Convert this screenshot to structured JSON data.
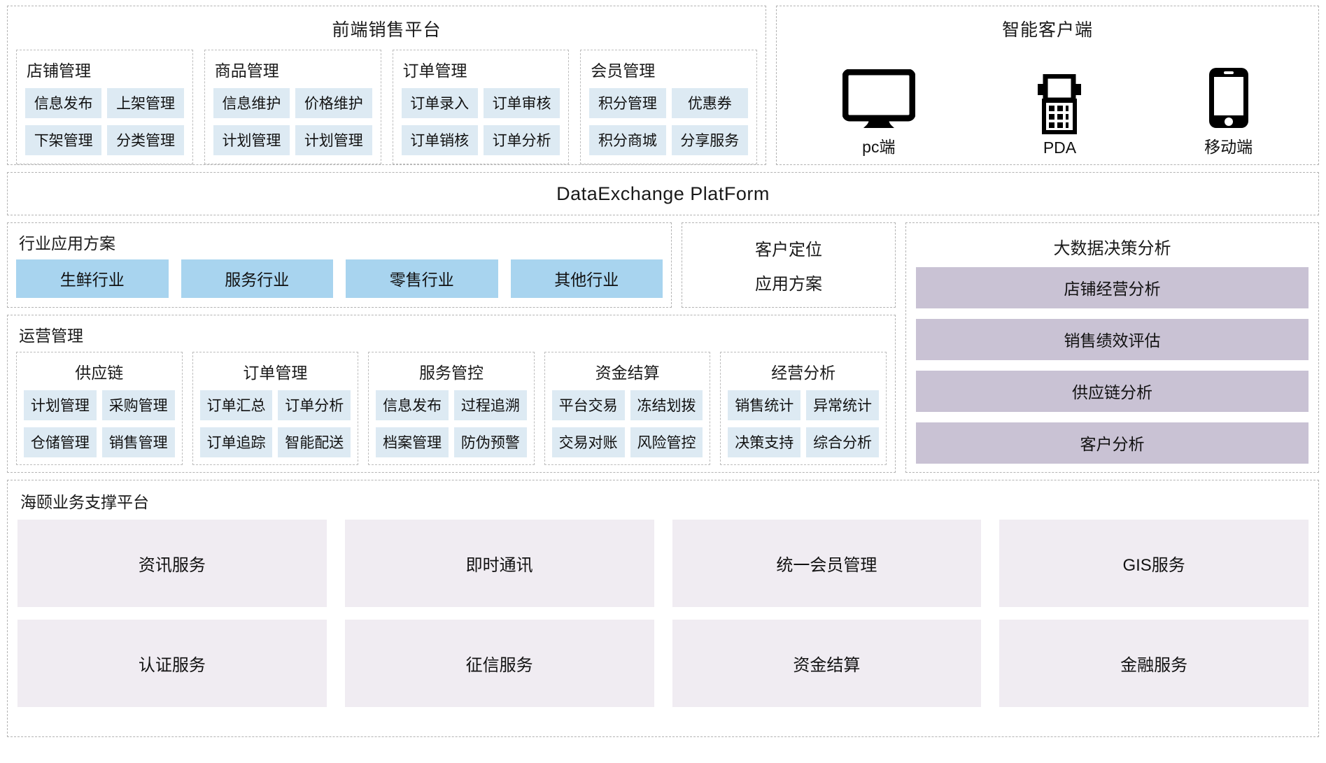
{
  "front_platform": {
    "title": "前端销售平台",
    "groups": [
      {
        "label": "店铺管理",
        "items": [
          "信息发布",
          "上架管理",
          "下架管理",
          "分类管理"
        ]
      },
      {
        "label": "商品管理",
        "items": [
          "信息维护",
          "价格维护",
          "计划管理",
          "计划管理"
        ]
      },
      {
        "label": "订单管理",
        "items": [
          "订单录入",
          "订单审核",
          "订单销核",
          "订单分析"
        ]
      },
      {
        "label": "会员管理",
        "items": [
          "积分管理",
          "优惠券",
          "积分商城",
          "分享服务"
        ]
      }
    ]
  },
  "smart_client": {
    "title": "智能客户端",
    "devices": [
      {
        "icon": "monitor-icon",
        "label": "pc端"
      },
      {
        "icon": "pda-terminal-icon",
        "label": "PDA"
      },
      {
        "icon": "smartphone-icon",
        "label": "移动端"
      }
    ]
  },
  "data_exchange": {
    "title": "DataExchange PlatForm"
  },
  "industry": {
    "label": "行业应用方案",
    "items": [
      "生鲜行业",
      "服务行业",
      "零售行业",
      "其他行业"
    ]
  },
  "customer_locate": {
    "line1": "客户定位",
    "line2": "应用方案"
  },
  "operations": {
    "label": "运营管理",
    "groups": [
      {
        "title": "供应链",
        "items": [
          "计划管理",
          "采购管理",
          "仓储管理",
          "销售管理"
        ]
      },
      {
        "title": "订单管理",
        "items": [
          "订单汇总",
          "订单分析",
          "订单追踪",
          "智能配送"
        ]
      },
      {
        "title": "服务管控",
        "items": [
          "信息发布",
          "过程追溯",
          "档案管理",
          "防伪预警"
        ]
      },
      {
        "title": "资金结算",
        "items": [
          "平台交易",
          "冻结划拨",
          "交易对账",
          "风险管控"
        ]
      },
      {
        "title": "经营分析",
        "items": [
          "销售统计",
          "异常统计",
          "决策支持",
          "综合分析"
        ]
      }
    ]
  },
  "bigdata": {
    "title": "大数据决策分析",
    "items": [
      "店铺经营分析",
      "销售绩效评估",
      "供应链分析",
      "客户分析"
    ]
  },
  "support_platform": {
    "label": "海颐业务支撑平台",
    "items": [
      "资讯服务",
      "即时通讯",
      "统一会员管理",
      "GIS服务",
      "认证服务",
      "征信服务",
      "资金结算",
      "金融服务"
    ]
  },
  "colors": {
    "chip_blue": "#ddeaf3",
    "industry_blue": "#a8d4ef",
    "bigdata_purple": "#c9c2d4",
    "support_lavender": "#f0ecf2",
    "dash_border": "#b3b3b3"
  }
}
